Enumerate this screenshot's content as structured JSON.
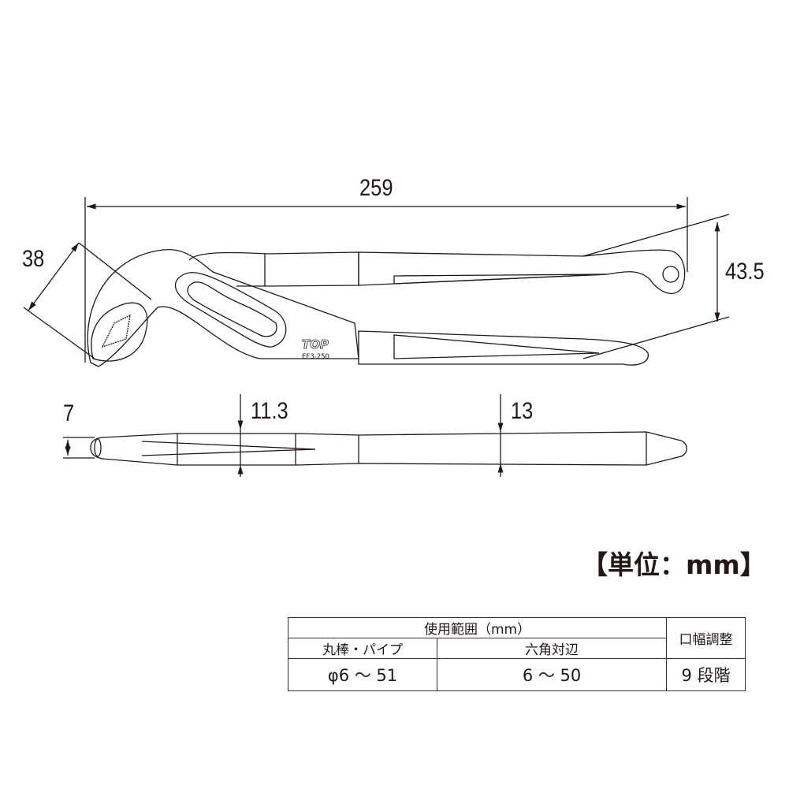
{
  "dimensions": {
    "length": "259",
    "jaw": "38",
    "height": "43.5",
    "thickness": "7",
    "head_thickness": "11.3",
    "grip_thickness": "13"
  },
  "logo": {
    "brand": "TOP",
    "model": "EF3-250"
  },
  "unit_label": "【単位：mm】",
  "table": {
    "range_header": "使用範囲（mm）",
    "adjust_header": "口幅調整",
    "round_header": "丸棒・パイプ",
    "hex_header": "六角対辺",
    "round_value": "φ6 ～ 51",
    "hex_value": "6 ～ 50",
    "adjust_value": "9 段階"
  }
}
